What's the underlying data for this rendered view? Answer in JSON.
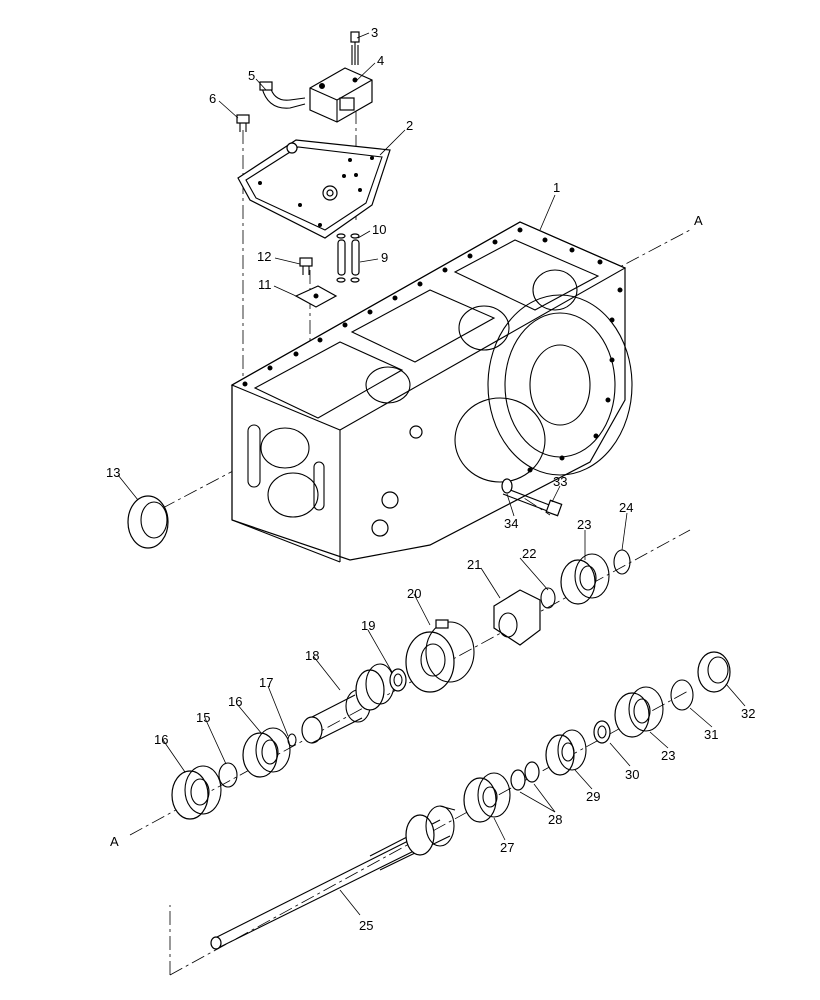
{
  "diagram": {
    "callouts": [
      {
        "id": "c1",
        "text": "1"
      },
      {
        "id": "c2",
        "text": "2"
      },
      {
        "id": "c3",
        "text": "3"
      },
      {
        "id": "c4",
        "text": "4"
      },
      {
        "id": "c5",
        "text": "5"
      },
      {
        "id": "c6",
        "text": "6"
      },
      {
        "id": "c9",
        "text": "9"
      },
      {
        "id": "c10",
        "text": "10"
      },
      {
        "id": "c11",
        "text": "11"
      },
      {
        "id": "c12",
        "text": "12"
      },
      {
        "id": "c13",
        "text": "13"
      },
      {
        "id": "c15",
        "text": "15"
      },
      {
        "id": "c16a",
        "text": "16"
      },
      {
        "id": "c16b",
        "text": "16"
      },
      {
        "id": "c17",
        "text": "17"
      },
      {
        "id": "c18",
        "text": "18"
      },
      {
        "id": "c19",
        "text": "19"
      },
      {
        "id": "c20",
        "text": "20"
      },
      {
        "id": "c21",
        "text": "21"
      },
      {
        "id": "c22",
        "text": "22"
      },
      {
        "id": "c23a",
        "text": "23"
      },
      {
        "id": "c23b",
        "text": "23"
      },
      {
        "id": "c24",
        "text": "24"
      },
      {
        "id": "c25",
        "text": "25"
      },
      {
        "id": "c27",
        "text": "27"
      },
      {
        "id": "c28",
        "text": "28"
      },
      {
        "id": "c29",
        "text": "29"
      },
      {
        "id": "c30",
        "text": "30"
      },
      {
        "id": "c31",
        "text": "31"
      },
      {
        "id": "c32",
        "text": "32"
      },
      {
        "id": "c33",
        "text": "33"
      },
      {
        "id": "c34",
        "text": "34"
      },
      {
        "id": "axisA1",
        "text": "A"
      },
      {
        "id": "axisA2",
        "text": "A"
      }
    ]
  }
}
